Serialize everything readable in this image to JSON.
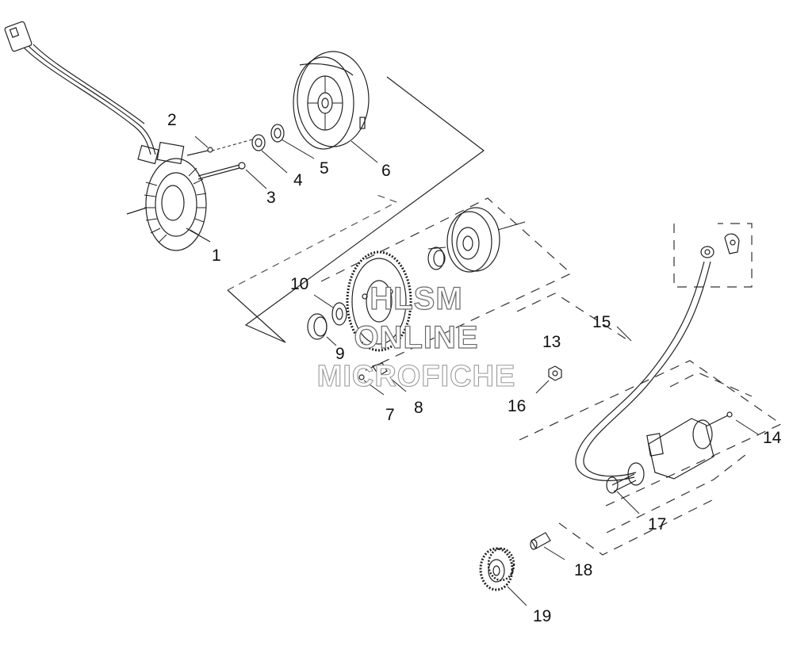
{
  "callouts": {
    "c1": "1",
    "c2": "2",
    "c3": "3",
    "c4": "4",
    "c5": "5",
    "c6": "6",
    "c7": "7",
    "c8": "8",
    "c9": "9",
    "c10": "10",
    "c13": "13",
    "c14": "14",
    "c15": "15",
    "c16": "16",
    "c17": "17",
    "c18": "18",
    "c19": "19"
  },
  "watermark": {
    "line1": "HLSM",
    "line2": "ONLINE",
    "line3": "MICROFICHE"
  },
  "colors": {
    "line": "#222222",
    "dashed_group": "#333333",
    "watermark_outline": "#6a6a6a"
  }
}
